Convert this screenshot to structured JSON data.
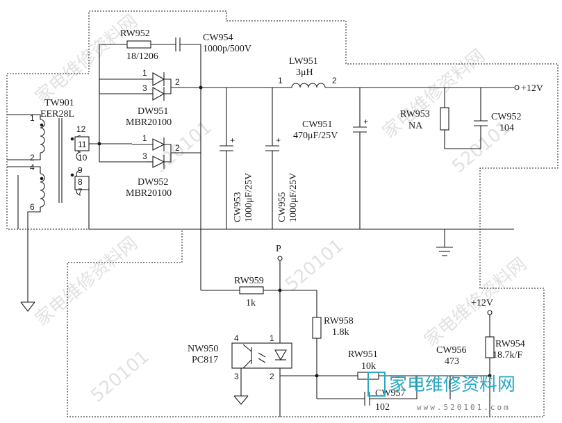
{
  "components": {
    "rw952": {
      "ref": "RW952",
      "value": "18/1206"
    },
    "cw954": {
      "ref": "CW954",
      "value": "1000p/500V"
    },
    "tw901": {
      "ref": "TW901",
      "core": "EER28L",
      "pins": [
        "1",
        "2",
        "4",
        "6",
        "12",
        "11",
        "10",
        "9",
        "8",
        "7"
      ]
    },
    "dw951": {
      "ref": "DW951",
      "part": "MBR20100",
      "pins": [
        "1",
        "3",
        "2"
      ]
    },
    "dw952": {
      "ref": "DW952",
      "part": "MBR20100",
      "pins": [
        "1",
        "3",
        "2"
      ]
    },
    "lw951": {
      "ref": "LW951",
      "value": "3μH",
      "pins": [
        "1",
        "2"
      ]
    },
    "cw951": {
      "ref": "CW951",
      "value": "470μF/25V"
    },
    "cw953": {
      "ref": "CW953",
      "value": "1000μF/25V"
    },
    "cw955": {
      "ref": "CW955",
      "value": "1000μF/25V"
    },
    "rw953": {
      "ref": "RW953",
      "value": "NA"
    },
    "cw952": {
      "ref": "CW952",
      "value": "104"
    },
    "rw959": {
      "ref": "RW959",
      "value": "1k"
    },
    "rw958": {
      "ref": "RW958",
      "value": "1.8k"
    },
    "rw951": {
      "ref": "RW951",
      "value": "10k"
    },
    "cw956": {
      "ref": "CW956",
      "value": "473"
    },
    "rw954": {
      "ref": "RW954",
      "value": "18.7k/F"
    },
    "cw957": {
      "ref": "CW957",
      "value": "102"
    },
    "nw950": {
      "ref": "NW950",
      "part": "PC817",
      "pins": [
        "4",
        "3",
        "1",
        "2"
      ]
    }
  },
  "nets": {
    "out": "+12V",
    "ref": "+12V",
    "p": "P"
  },
  "plus_mark": "+",
  "watermark": {
    "text": "家电维修资料网",
    "url": "520101",
    "logo": "家电维修资料网",
    "logo_url": "www.520101.com"
  }
}
